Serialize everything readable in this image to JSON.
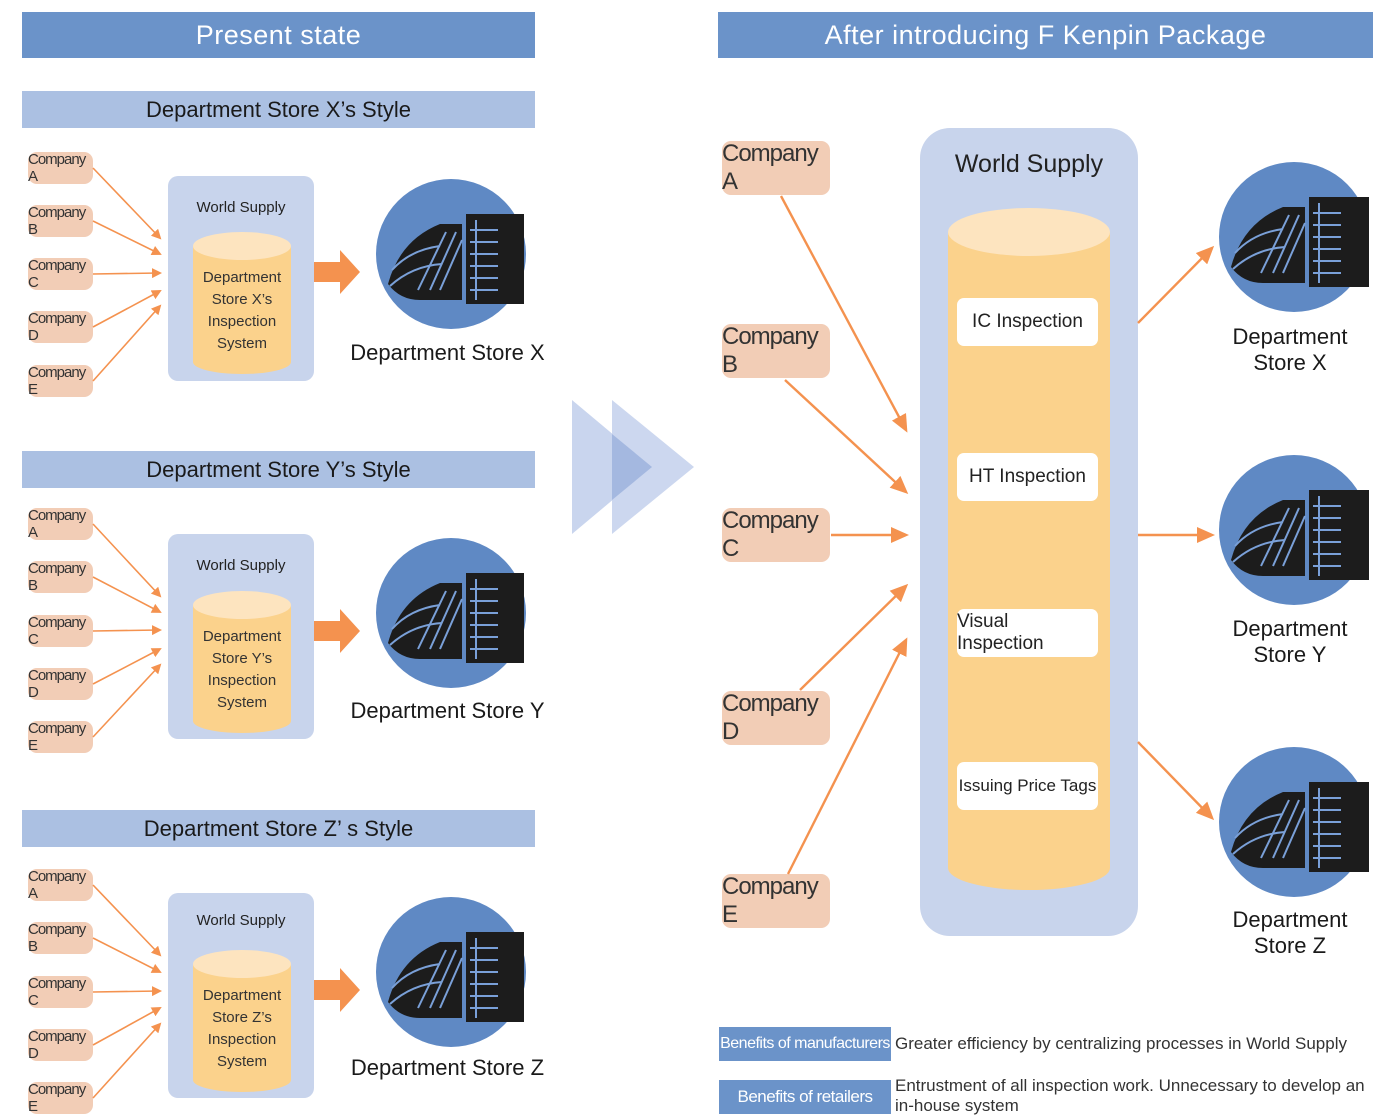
{
  "left_header": "Present state",
  "right_header": "After introducing F Kenpin Package",
  "sections": [
    {
      "style_title": "Department Store X’s Style",
      "world_supply": "World Supply",
      "system_lines": [
        "Department",
        "Store X’s",
        "Inspection",
        "System"
      ],
      "store": "Department Store X"
    },
    {
      "style_title": "Department Store Y’s Style",
      "world_supply": "World Supply",
      "system_lines": [
        "Department",
        "Store Y’s",
        "Inspection",
        "System"
      ],
      "store": "Department Store Y"
    },
    {
      "style_title": "Department Store Z’ s Style",
      "world_supply": "World Supply",
      "system_lines": [
        "Department",
        "Store Z’s",
        "Inspection",
        "System"
      ],
      "store": "Department Store Z"
    }
  ],
  "companies": [
    "Company A",
    "Company B",
    "Company C",
    "Company D",
    "Company E"
  ],
  "right": {
    "world_supply": "World Supply",
    "inspections": [
      "IC Inspection",
      "HT Inspection",
      "Visual Inspection",
      "Issuing Price Tags"
    ],
    "stores": [
      [
        "Department",
        "Store X"
      ],
      [
        "Department",
        "Store Y"
      ],
      [
        "Department",
        "Store Z"
      ]
    ]
  },
  "benefits": [
    {
      "tag": "Benefits of manufacturers",
      "text": "Greater efficiency by centralizing processes in World Supply"
    },
    {
      "tag": "Benefits of retailers",
      "text": "Entrustment of all inspection work. Unnecessary to develop an in-house system"
    }
  ],
  "colors": {
    "header": "#6b93c9",
    "subheader": "#abc0e2",
    "company": "#f2cdb6",
    "panel": "#c8d4ec",
    "cylinder": "#fbd28c",
    "cylinder_top": "#fde4bf",
    "arrow": "#f4924f",
    "store_circle": "#5f89c4"
  }
}
